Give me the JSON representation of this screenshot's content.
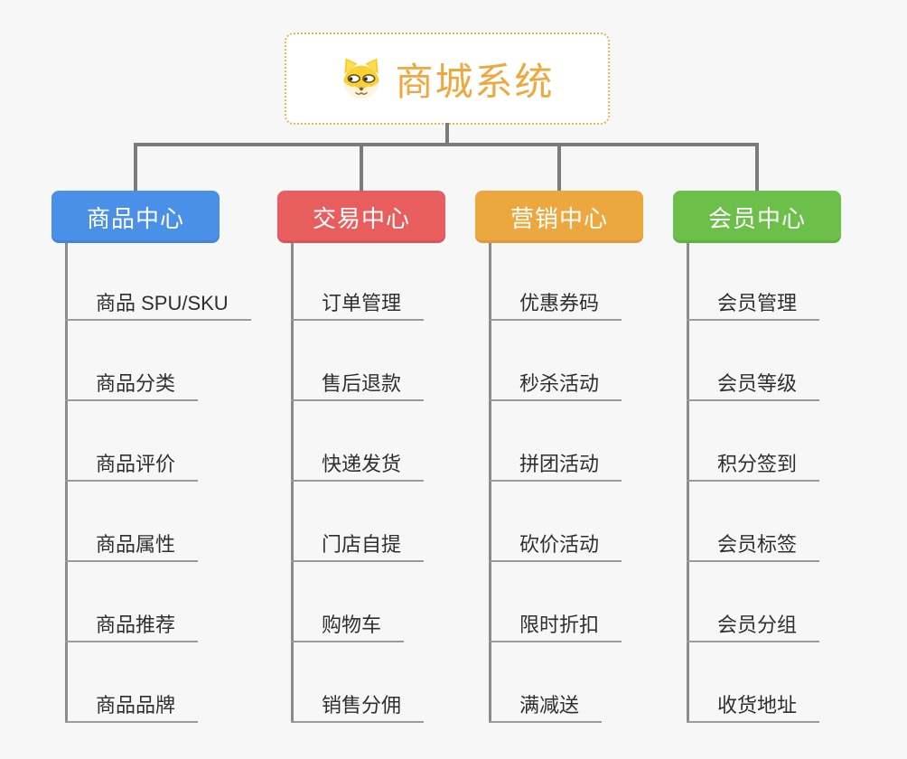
{
  "root": {
    "title": "商城系统",
    "icon": "dog-face-icon",
    "title_color": "#EFA73E",
    "border_color": "#F2B14F"
  },
  "branches": [
    {
      "id": "product-center",
      "label": "商品中心",
      "color": "#4A90E8",
      "items": [
        "商品 SPU/SKU",
        "商品分类",
        "商品评价",
        "商品属性",
        "商品推荐",
        "商品品牌"
      ]
    },
    {
      "id": "trade-center",
      "label": "交易中心",
      "color": "#E85E5E",
      "items": [
        "订单管理",
        "售后退款",
        "快递发货",
        "门店自提",
        "购物车",
        "销售分佣"
      ]
    },
    {
      "id": "marketing-center",
      "label": "营销中心",
      "color": "#ECA83F",
      "items": [
        "优惠券码",
        "秒杀活动",
        "拼团活动",
        "砍价活动",
        "限时折扣",
        "满减送"
      ]
    },
    {
      "id": "member-center",
      "label": "会员中心",
      "color": "#6CC04A",
      "items": [
        "会员管理",
        "会员等级",
        "积分签到",
        "会员标签",
        "会员分组",
        "收货地址"
      ]
    }
  ],
  "colors": {
    "canvas_bg": "#F7F7F7",
    "connector": "#7B7B7B",
    "spine": "#8B8B8B",
    "underline": "#9A9A9A",
    "leaf_text": "#2F2F2F",
    "branch_text": "#FFFFFF"
  }
}
